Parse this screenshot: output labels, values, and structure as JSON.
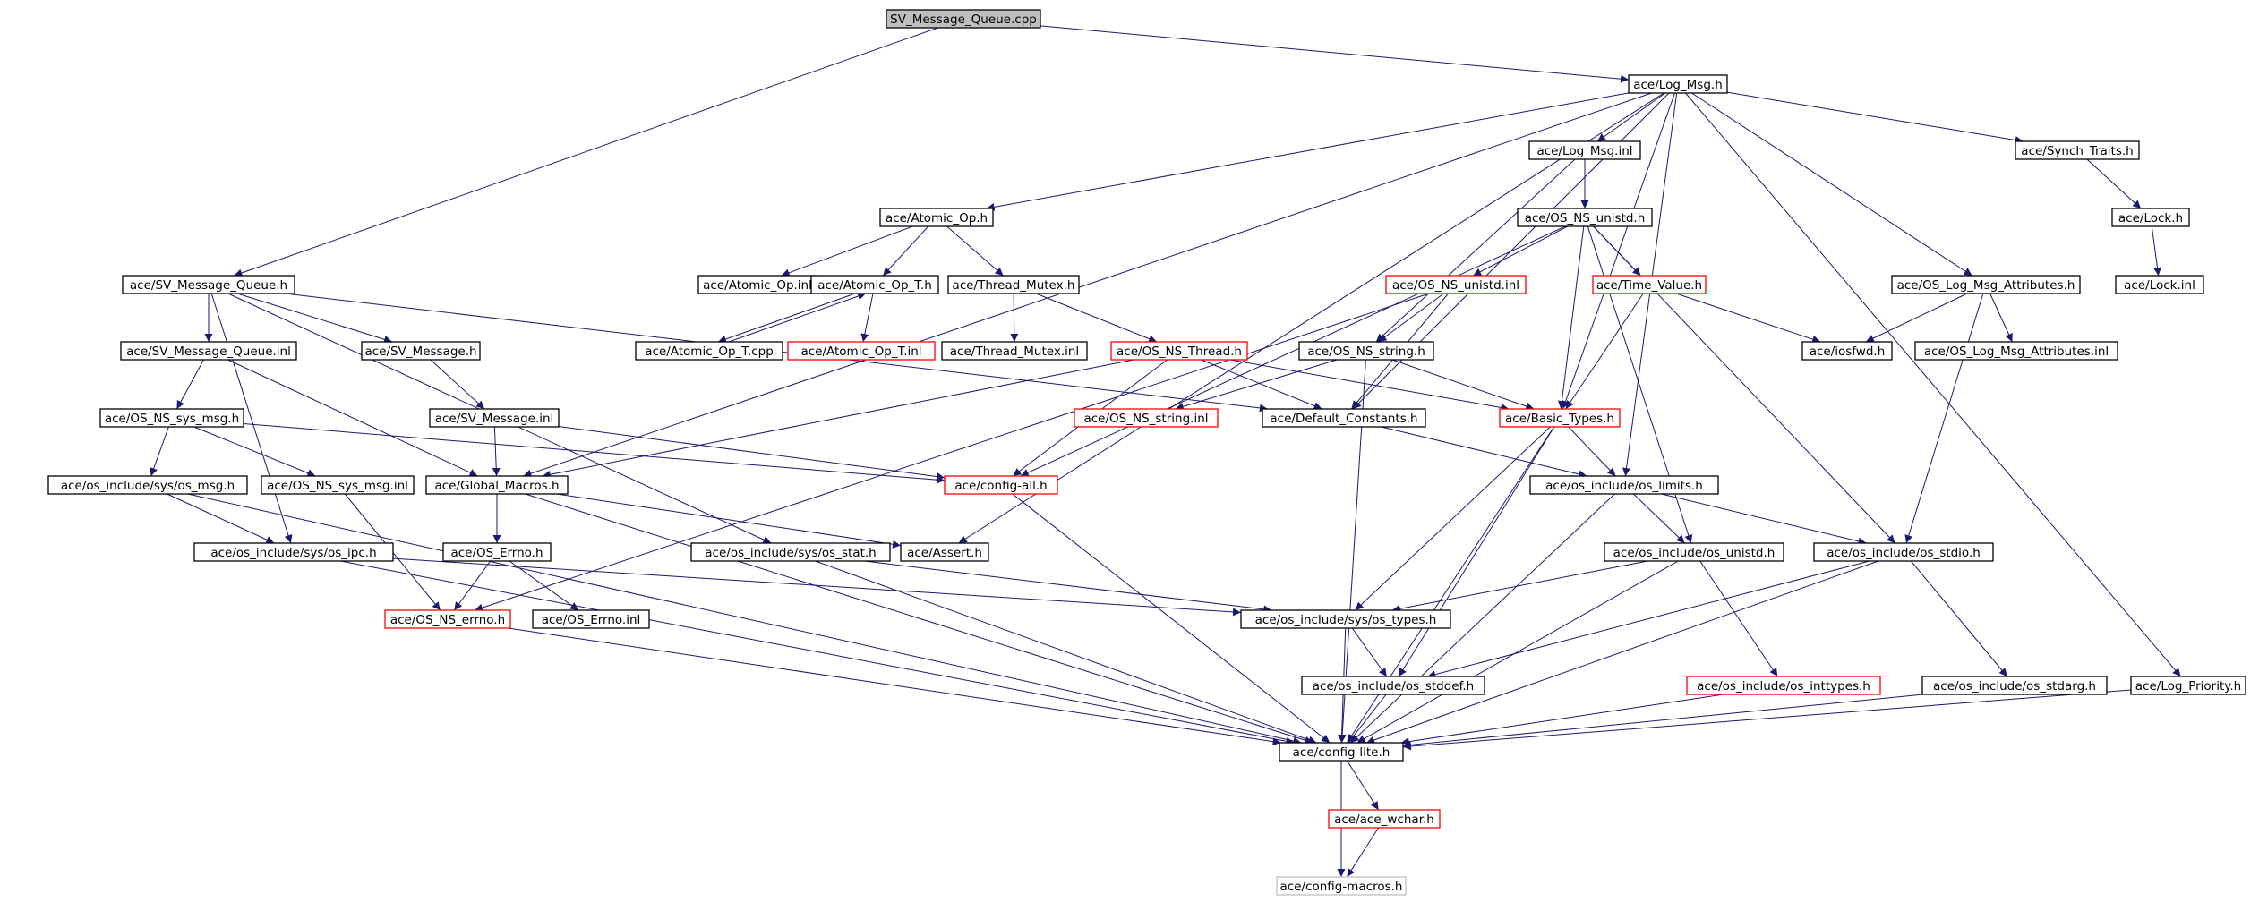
{
  "graph": {
    "root": "SV_Message_Queue.cpp",
    "colors": {
      "root_fill": "#bfbfbf",
      "node_fill": "#ffffff",
      "border_normal": "#000000",
      "border_truncated": "#ff0000",
      "border_external": "#bfbfbf",
      "edge": "#191970"
    },
    "nodes": [
      {
        "id": "sv_mq_cpp",
        "label": "SV_Message_Queue.cpp",
        "style": "root"
      },
      {
        "id": "log_msg_h",
        "label": "ace/Log_Msg.h",
        "style": "normal"
      },
      {
        "id": "log_msg_inl",
        "label": "ace/Log_Msg.inl",
        "style": "normal"
      },
      {
        "id": "synch_traits_h",
        "label": "ace/Synch_Traits.h",
        "style": "normal"
      },
      {
        "id": "atomic_op_h",
        "label": "ace/Atomic_Op.h",
        "style": "normal"
      },
      {
        "id": "os_ns_unistd_h",
        "label": "ace/OS_NS_unistd.h",
        "style": "normal"
      },
      {
        "id": "lock_h",
        "label": "ace/Lock.h",
        "style": "normal"
      },
      {
        "id": "sv_mq_h",
        "label": "ace/SV_Message_Queue.h",
        "style": "normal"
      },
      {
        "id": "atomic_op_inl",
        "label": "ace/Atomic_Op.inl",
        "style": "normal"
      },
      {
        "id": "atomic_op_t_h",
        "label": "ace/Atomic_Op_T.h",
        "style": "normal"
      },
      {
        "id": "thread_mutex_h",
        "label": "ace/Thread_Mutex.h",
        "style": "normal"
      },
      {
        "id": "os_ns_unistd_inl",
        "label": "ace/OS_NS_unistd.inl",
        "style": "truncated"
      },
      {
        "id": "time_value_h",
        "label": "ace/Time_Value.h",
        "style": "truncated"
      },
      {
        "id": "os_log_msg_attr_h",
        "label": "ace/OS_Log_Msg_Attributes.h",
        "style": "normal"
      },
      {
        "id": "lock_inl",
        "label": "ace/Lock.inl",
        "style": "normal"
      },
      {
        "id": "sv_mq_inl",
        "label": "ace/SV_Message_Queue.inl",
        "style": "normal"
      },
      {
        "id": "sv_message_h",
        "label": "ace/SV_Message.h",
        "style": "normal"
      },
      {
        "id": "atomic_op_t_cpp",
        "label": "ace/Atomic_Op_T.cpp",
        "style": "normal"
      },
      {
        "id": "atomic_op_t_inl",
        "label": "ace/Atomic_Op_T.inl",
        "style": "truncated"
      },
      {
        "id": "thread_mutex_inl",
        "label": "ace/Thread_Mutex.inl",
        "style": "normal"
      },
      {
        "id": "os_ns_thread_h",
        "label": "ace/OS_NS_Thread.h",
        "style": "truncated"
      },
      {
        "id": "os_ns_string_h",
        "label": "ace/OS_NS_string.h",
        "style": "normal"
      },
      {
        "id": "iosfwd_h",
        "label": "ace/iosfwd.h",
        "style": "normal"
      },
      {
        "id": "os_log_msg_attr_inl",
        "label": "ace/OS_Log_Msg_Attributes.inl",
        "style": "normal"
      },
      {
        "id": "os_ns_sys_msg_h",
        "label": "ace/OS_NS_sys_msg.h",
        "style": "normal"
      },
      {
        "id": "sv_message_inl",
        "label": "ace/SV_Message.inl",
        "style": "normal"
      },
      {
        "id": "os_ns_string_inl",
        "label": "ace/OS_NS_string.inl",
        "style": "truncated"
      },
      {
        "id": "default_constants_h",
        "label": "ace/Default_Constants.h",
        "style": "normal"
      },
      {
        "id": "basic_types_h",
        "label": "ace/Basic_Types.h",
        "style": "truncated"
      },
      {
        "id": "os_sys_msg_h",
        "label": "ace/os_include/sys/os_msg.h",
        "style": "normal"
      },
      {
        "id": "os_ns_sys_msg_inl",
        "label": "ace/OS_NS_sys_msg.inl",
        "style": "normal"
      },
      {
        "id": "global_macros_h",
        "label": "ace/Global_Macros.h",
        "style": "normal"
      },
      {
        "id": "config_all_h",
        "label": "ace/config-all.h",
        "style": "truncated"
      },
      {
        "id": "os_limits_h",
        "label": "ace/os_include/os_limits.h",
        "style": "normal"
      },
      {
        "id": "os_sys_ipc_h",
        "label": "ace/os_include/sys/os_ipc.h",
        "style": "normal"
      },
      {
        "id": "os_errno_h",
        "label": "ace/OS_Errno.h",
        "style": "normal"
      },
      {
        "id": "os_sys_stat_h",
        "label": "ace/os_include/sys/os_stat.h",
        "style": "normal"
      },
      {
        "id": "assert_h",
        "label": "ace/Assert.h",
        "style": "normal"
      },
      {
        "id": "os_unistd_h",
        "label": "ace/os_include/os_unistd.h",
        "style": "normal"
      },
      {
        "id": "os_stdio_h",
        "label": "ace/os_include/os_stdio.h",
        "style": "normal"
      },
      {
        "id": "os_ns_errno_h",
        "label": "ace/OS_NS_errno.h",
        "style": "truncated"
      },
      {
        "id": "os_errno_inl",
        "label": "ace/OS_Errno.inl",
        "style": "normal"
      },
      {
        "id": "os_sys_types_h",
        "label": "ace/os_include/sys/os_types.h",
        "style": "normal"
      },
      {
        "id": "os_inttypes_h",
        "label": "ace/os_include/os_inttypes.h",
        "style": "truncated"
      },
      {
        "id": "os_stddef_h",
        "label": "ace/os_include/os_stddef.h",
        "style": "normal"
      },
      {
        "id": "os_stdarg_h",
        "label": "ace/os_include/os_stdarg.h",
        "style": "normal"
      },
      {
        "id": "log_priority_h",
        "label": "ace/Log_Priority.h",
        "style": "normal"
      },
      {
        "id": "config_lite_h",
        "label": "ace/config-lite.h",
        "style": "normal"
      },
      {
        "id": "ace_wchar_h",
        "label": "ace/ace_wchar.h",
        "style": "truncated"
      },
      {
        "id": "config_macros_h",
        "label": "ace/config-macros.h",
        "style": "external"
      }
    ],
    "edges": [
      [
        "sv_mq_cpp",
        "log_msg_h"
      ],
      [
        "sv_mq_cpp",
        "sv_mq_h"
      ],
      [
        "log_msg_h",
        "log_msg_inl"
      ],
      [
        "log_msg_h",
        "synch_traits_h"
      ],
      [
        "log_msg_h",
        "atomic_op_h"
      ],
      [
        "log_msg_h",
        "global_macros_h"
      ],
      [
        "log_msg_h",
        "assert_h"
      ],
      [
        "log_msg_h",
        "os_log_msg_attr_h"
      ],
      [
        "log_msg_h",
        "log_priority_h"
      ],
      [
        "log_msg_h",
        "default_constants_h"
      ],
      [
        "log_msg_h",
        "basic_types_h"
      ],
      [
        "log_msg_h",
        "os_limits_h"
      ],
      [
        "log_msg_inl",
        "os_ns_unistd_h"
      ],
      [
        "log_msg_inl",
        "os_ns_string_h"
      ],
      [
        "synch_traits_h",
        "lock_h"
      ],
      [
        "lock_h",
        "lock_inl"
      ],
      [
        "atomic_op_h",
        "atomic_op_inl"
      ],
      [
        "atomic_op_h",
        "atomic_op_t_h"
      ],
      [
        "atomic_op_h",
        "thread_mutex_h"
      ],
      [
        "atomic_op_t_h",
        "atomic_op_t_cpp"
      ],
      [
        "atomic_op_t_cpp",
        "atomic_op_t_h"
      ],
      [
        "atomic_op_t_h",
        "atomic_op_t_inl"
      ],
      [
        "thread_mutex_h",
        "thread_mutex_inl"
      ],
      [
        "thread_mutex_h",
        "os_ns_thread_h"
      ],
      [
        "os_ns_thread_h",
        "config_all_h"
      ],
      [
        "os_ns_thread_h",
        "global_macros_h"
      ],
      [
        "os_ns_thread_h",
        "basic_types_h"
      ],
      [
        "os_ns_thread_h",
        "default_constants_h"
      ],
      [
        "os_ns_unistd_h",
        "os_ns_unistd_inl"
      ],
      [
        "os_ns_unistd_h",
        "time_value_h"
      ],
      [
        "os_ns_unistd_h",
        "basic_types_h"
      ],
      [
        "os_ns_unistd_h",
        "config_all_h"
      ],
      [
        "os_ns_unistd_h",
        "os_unistd_h"
      ],
      [
        "os_ns_unistd_h",
        "os_stdio_h"
      ],
      [
        "os_ns_unistd_inl",
        "os_ns_string_h"
      ],
      [
        "os_ns_unistd_inl",
        "default_constants_h"
      ],
      [
        "os_ns_unistd_inl",
        "os_ns_errno_h"
      ],
      [
        "time_value_h",
        "iosfwd_h"
      ],
      [
        "time_value_h",
        "basic_types_h"
      ],
      [
        "os_log_msg_attr_h",
        "iosfwd_h"
      ],
      [
        "os_log_msg_attr_h",
        "os_log_msg_attr_inl"
      ],
      [
        "os_log_msg_attr_h",
        "os_stdio_h"
      ],
      [
        "os_ns_string_h",
        "os_ns_string_inl"
      ],
      [
        "os_ns_string_h",
        "basic_types_h"
      ],
      [
        "os_ns_string_h",
        "config_lite_h"
      ],
      [
        "sv_mq_h",
        "sv_mq_inl"
      ],
      [
        "sv_mq_h",
        "sv_message_h"
      ],
      [
        "sv_mq_h",
        "os_sys_ipc_h"
      ],
      [
        "sv_mq_h",
        "default_constants_h"
      ],
      [
        "sv_mq_h",
        "os_sys_stat_h"
      ],
      [
        "sv_mq_inl",
        "os_ns_sys_msg_h"
      ],
      [
        "sv_mq_inl",
        "global_macros_h"
      ],
      [
        "sv_message_h",
        "sv_message_inl"
      ],
      [
        "sv_message_inl",
        "global_macros_h"
      ],
      [
        "sv_message_inl",
        "config_all_h"
      ],
      [
        "os_ns_sys_msg_h",
        "os_sys_msg_h"
      ],
      [
        "os_ns_sys_msg_h",
        "os_ns_sys_msg_inl"
      ],
      [
        "os_ns_sys_msg_h",
        "config_all_h"
      ],
      [
        "os_sys_msg_h",
        "os_sys_ipc_h"
      ],
      [
        "os_sys_msg_h",
        "config_lite_h"
      ],
      [
        "os_ns_sys_msg_inl",
        "os_ns_errno_h"
      ],
      [
        "global_macros_h",
        "os_errno_h"
      ],
      [
        "global_macros_h",
        "assert_h"
      ],
      [
        "global_macros_h",
        "config_lite_h"
      ],
      [
        "os_errno_h",
        "os_ns_errno_h"
      ],
      [
        "os_errno_h",
        "os_errno_inl"
      ],
      [
        "os_sys_ipc_h",
        "os_sys_types_h"
      ],
      [
        "os_sys_ipc_h",
        "config_lite_h"
      ],
      [
        "os_sys_stat_h",
        "os_sys_types_h"
      ],
      [
        "os_sys_stat_h",
        "config_lite_h"
      ],
      [
        "os_ns_errno_h",
        "config_lite_h"
      ],
      [
        "config_all_h",
        "config_lite_h"
      ],
      [
        "default_constants_h",
        "os_limits_h"
      ],
      [
        "basic_types_h",
        "os_limits_h"
      ],
      [
        "basic_types_h",
        "os_sys_types_h"
      ],
      [
        "basic_types_h",
        "os_stddef_h"
      ],
      [
        "basic_types_h",
        "config_lite_h"
      ],
      [
        "os_limits_h",
        "os_unistd_h"
      ],
      [
        "os_limits_h",
        "os_stdio_h"
      ],
      [
        "os_limits_h",
        "config_lite_h"
      ],
      [
        "os_unistd_h",
        "os_sys_types_h"
      ],
      [
        "os_unistd_h",
        "os_inttypes_h"
      ],
      [
        "os_unistd_h",
        "config_lite_h"
      ],
      [
        "os_stdio_h",
        "os_stddef_h"
      ],
      [
        "os_stdio_h",
        "os_stdarg_h"
      ],
      [
        "os_stdio_h",
        "config_lite_h"
      ],
      [
        "os_sys_types_h",
        "os_stddef_h"
      ],
      [
        "os_sys_types_h",
        "config_lite_h"
      ],
      [
        "os_stddef_h",
        "config_lite_h"
      ],
      [
        "os_inttypes_h",
        "config_lite_h"
      ],
      [
        "os_stdarg_h",
        "config_lite_h"
      ],
      [
        "log_priority_h",
        "config_lite_h"
      ],
      [
        "config_lite_h",
        "ace_wchar_h"
      ],
      [
        "config_lite_h",
        "config_macros_h"
      ],
      [
        "ace_wchar_h",
        "config_macros_h"
      ]
    ]
  }
}
